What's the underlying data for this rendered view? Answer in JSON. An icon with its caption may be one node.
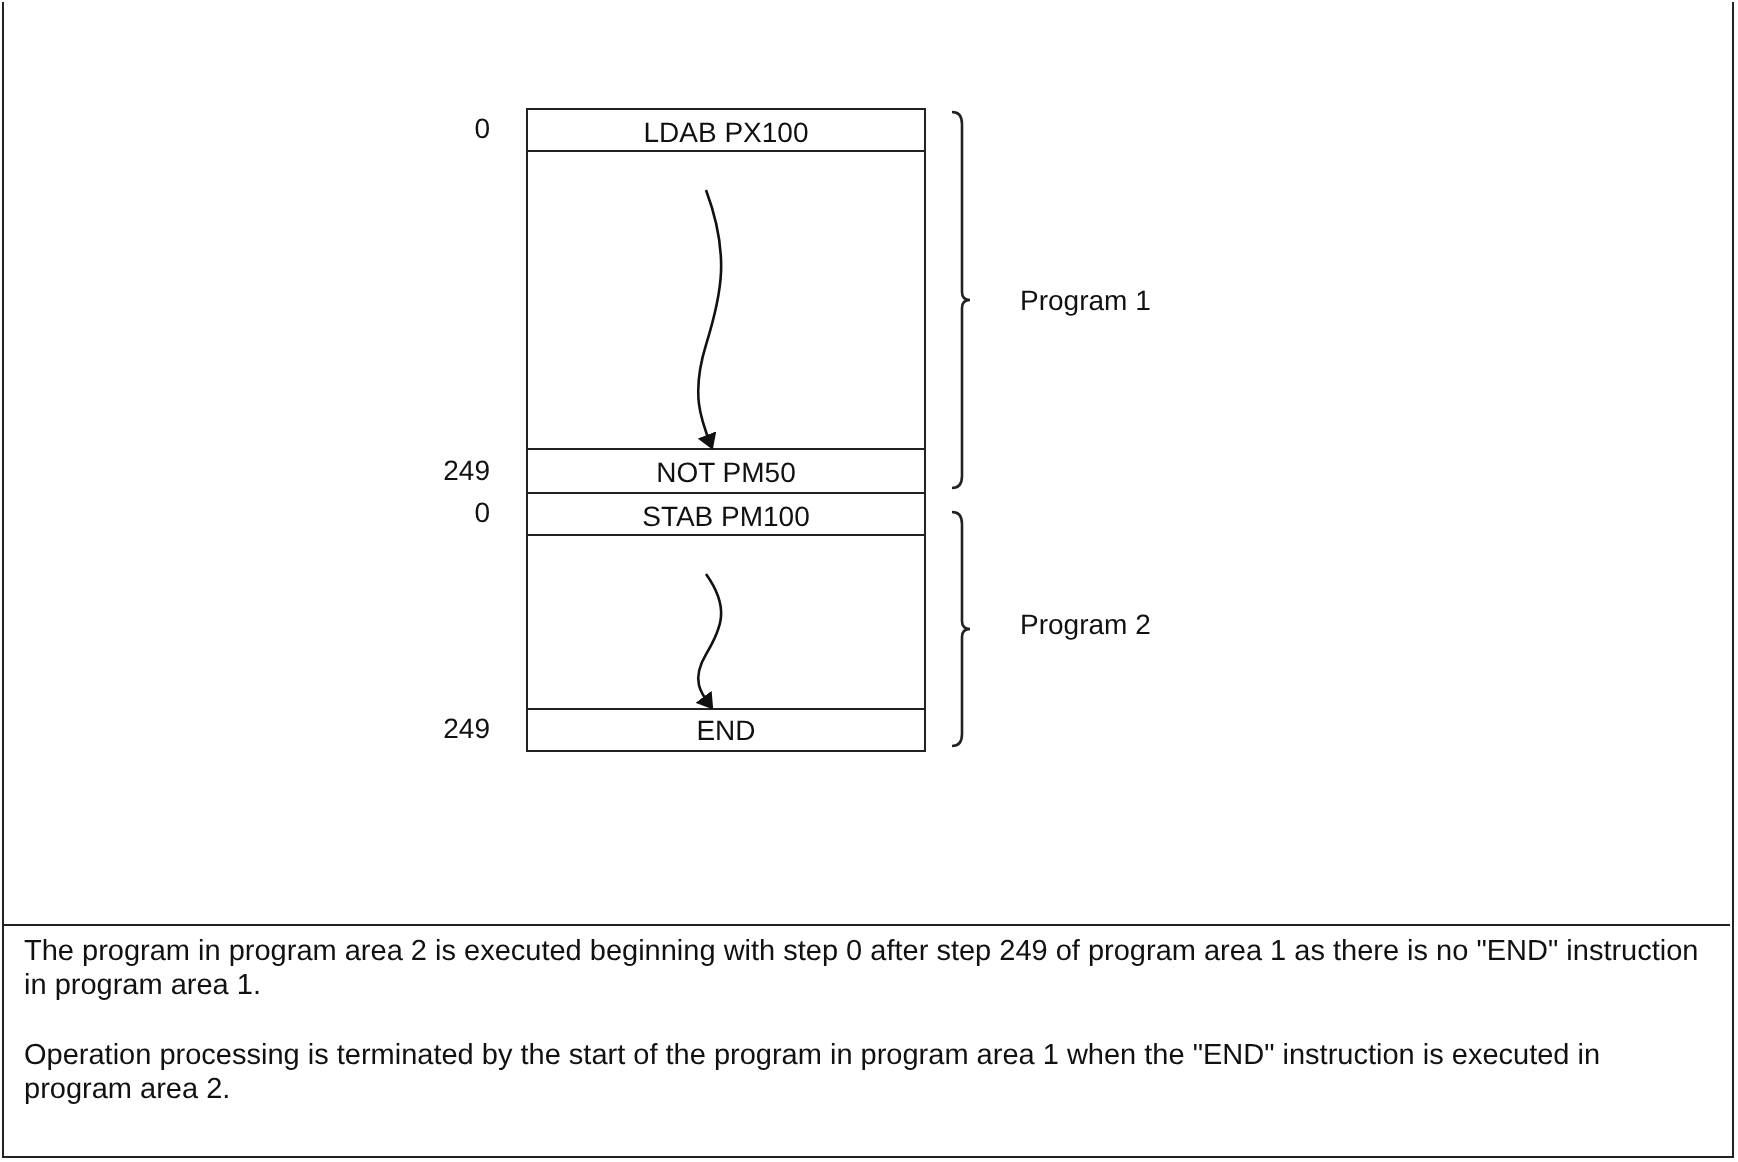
{
  "diagram": {
    "nodes": [
      {
        "text": [
          "LDAB PX100"
        ]
      },
      {
        "text": [],
        "shape": "box"
      },
      {
        "text": [
          "NOT PM50"
        ]
      },
      {
        "text": [
          "STAB PM100"
        ]
      },
      {
        "text": [],
        "shape": "box"
      },
      {
        "text": [
          "END"
        ]
      }
    ],
    "edges": [
      {
        "from": 1,
        "to": 2,
        "arrow": "to"
      },
      {
        "from": 4,
        "to": 5,
        "arrow": "to"
      }
    ],
    "labels": [
      "0",
      "Program 1",
      "249",
      "0",
      "Program 2",
      "249",
      "The program in program area 2 is executed beginning with step 0 after step 249 of program area 1 as there is no \"END\" instruction in program area 1.",
      "Operation processing is terminated by the start of the program in program area 1 when the \"END\" instruction is executed in program area 2."
    ]
  }
}
